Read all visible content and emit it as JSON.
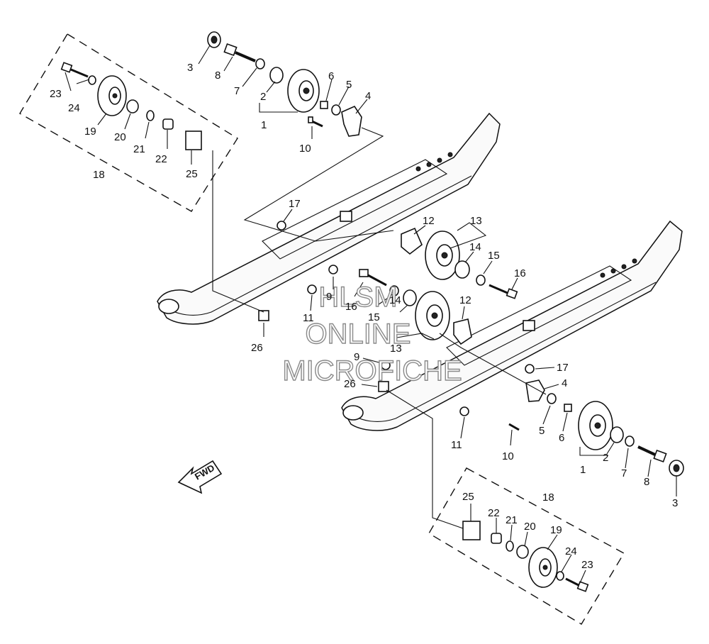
{
  "labels": {
    "l_3a": "3",
    "l_8a": "8",
    "l_7a": "7",
    "l_2a": "2",
    "l_1a": "1",
    "l_6a": "6",
    "l_5a": "5",
    "l_4a": "4",
    "l_10a": "10",
    "l_23a": "23",
    "l_24a": "24",
    "l_19a": "19",
    "l_20a": "20",
    "l_21a": "21",
    "l_22a": "22",
    "l_25a": "25",
    "l_18a": "18",
    "l_17a": "17",
    "l_12a": "12",
    "l_13a": "13",
    "l_14a": "14",
    "l_15a": "15",
    "l_16a": "16",
    "l_9a": "9",
    "l_11a": "11",
    "l_26a": "26",
    "l_16b": "16",
    "l_15b": "15",
    "l_14b": "14",
    "l_13b": "13",
    "l_12b": "12",
    "l_9b": "9",
    "l_26b": "26",
    "l_17b": "17",
    "l_4b": "4",
    "l_11b": "11",
    "l_5b": "5",
    "l_6b": "6",
    "l_10b": "10",
    "l_2b": "2",
    "l_1b": "1",
    "l_7b": "7",
    "l_8b": "8",
    "l_3b": "3",
    "l_25b": "25",
    "l_22b": "22",
    "l_21b": "21",
    "l_20b": "20",
    "l_19b": "19",
    "l_18b": "18",
    "l_24b": "24",
    "l_23b": "23"
  },
  "watermark": {
    "line1": "HLSM",
    "line2": "ONLINE",
    "line3": "MICROFICHE"
  },
  "fwd_label": "FWD"
}
